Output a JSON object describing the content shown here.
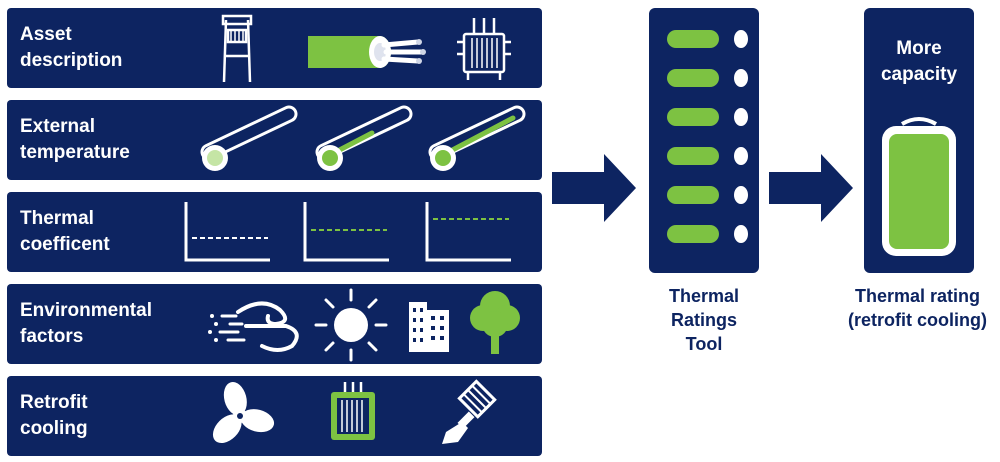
{
  "rows": [
    {
      "label_lines": [
        "Asset",
        "description"
      ]
    },
    {
      "label_lines": [
        "External",
        "temperature"
      ]
    },
    {
      "label_lines": [
        "Thermal",
        "coefficent"
      ]
    },
    {
      "label_lines": [
        "Environmental",
        "factors"
      ]
    },
    {
      "label_lines": [
        "Retrofit",
        "cooling"
      ]
    }
  ],
  "tool": {
    "caption_lines": [
      "Thermal",
      "Ratings",
      "Tool"
    ]
  },
  "rating": {
    "inner_lines": [
      "More",
      "capacity"
    ],
    "caption_lines": [
      "Thermal rating",
      "(retrofit cooling)"
    ]
  },
  "colors": {
    "navy": "#0d2461",
    "green": "#7dc242",
    "light_green": "#c5e5a5",
    "white": "#ffffff"
  }
}
